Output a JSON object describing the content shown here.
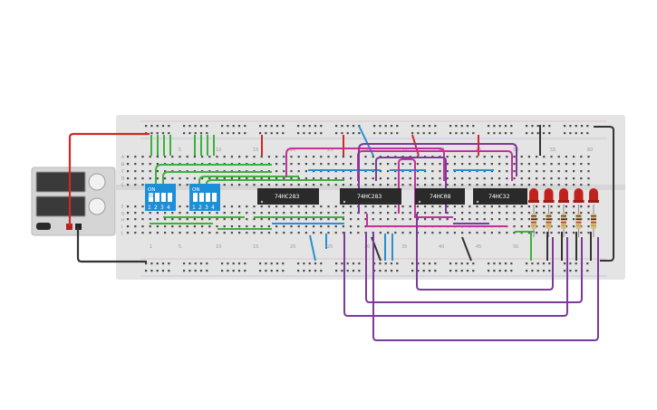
{
  "breadboard": {
    "column_numbers_top": [
      "5",
      "10",
      "15",
      "20",
      "25",
      "30",
      "35",
      "40",
      "45",
      "50",
      "55",
      "60"
    ],
    "column_numbers_bottom": [
      "1",
      "5",
      "10",
      "15",
      "20",
      "25",
      "30",
      "35",
      "40",
      "45",
      "50"
    ],
    "row_letters_top": [
      "A",
      "B",
      "C",
      "D",
      "E"
    ],
    "row_letters_bottom": [
      "F",
      "G",
      "H",
      "I",
      "J"
    ]
  },
  "power_supply": {
    "display_1": "",
    "display_2": ""
  },
  "dip_switches": [
    {
      "label": "ON",
      "positions": [
        "1",
        "2",
        "3",
        "4"
      ]
    },
    {
      "label": "ON",
      "positions": [
        "1",
        "2",
        "3",
        "4"
      ]
    }
  ],
  "chips": [
    {
      "label": "74HC283"
    },
    {
      "label": "74HC283"
    },
    {
      "label": "74HC08"
    },
    {
      "label": "74HC32"
    }
  ],
  "leds": {
    "count": 5,
    "color": "#c0231d"
  },
  "colors": {
    "board": "#e2e2e2",
    "red_wire": "#d02828",
    "black_wire": "#333333",
    "green_wire": "#3db13d",
    "blue_wire": "#2a8fd0",
    "magenta_wire": "#c0339a",
    "purple_wire": "#7d3a9a",
    "dip_blue": "#1d8fd8",
    "chip": "#2a2a2a"
  }
}
